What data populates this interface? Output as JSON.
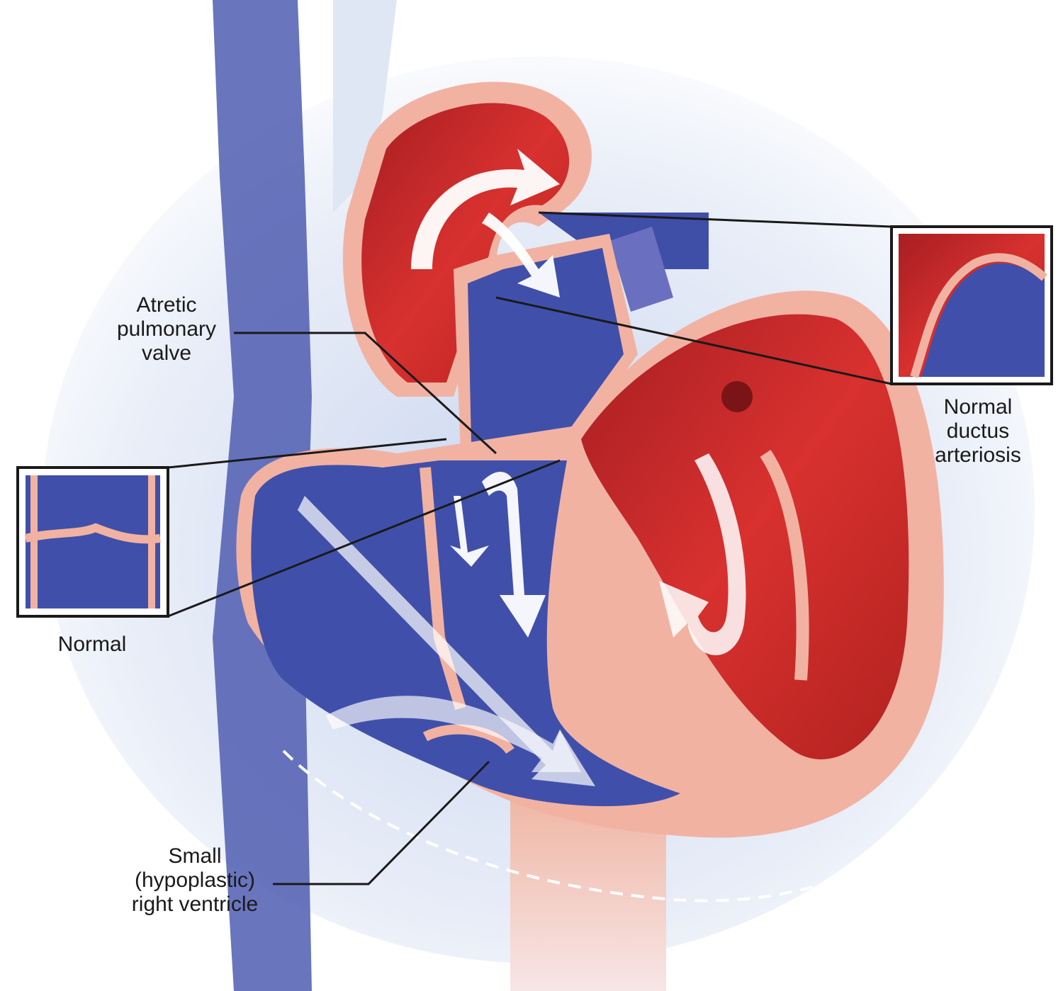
{
  "labels": {
    "atretic_valve": [
      "Atretic",
      "pulmonary",
      "valve"
    ],
    "normal_ductus": [
      "Normal",
      "ductus",
      "arteriosis"
    ],
    "normal_valve": "Normal",
    "hypoplastic_rv": [
      "Small",
      "(hypoplastic)",
      "right ventricle"
    ]
  },
  "colors": {
    "deoxygenated": "#3f4fa8",
    "oxygenated": "#c8262a",
    "tissue": "#f2b2a2",
    "arrow": "#ffffff",
    "background_tint": "#dfe6f4",
    "leader_line": "#1a1a1a"
  }
}
